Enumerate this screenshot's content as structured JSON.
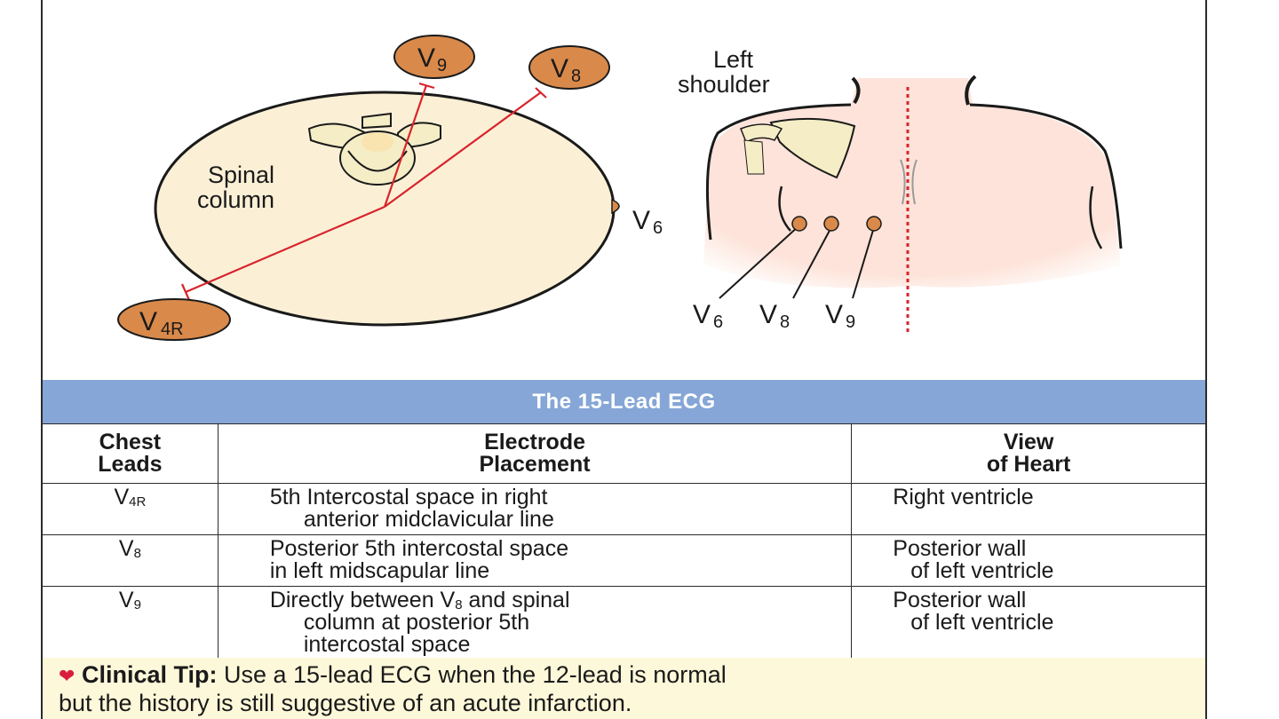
{
  "diagram": {
    "left_badges": {
      "v9": "V",
      "v9_sub": "9",
      "v8": "V",
      "v8_sub": "8",
      "v4r": "V",
      "v4r_sub": "4R"
    },
    "spinal_label_1": "Spinal",
    "spinal_label_2": "column",
    "v6_label": "V",
    "v6_sub": "6",
    "shoulder_label_1": "Left",
    "shoulder_label_2": "shoulder",
    "back_leads": [
      {
        "letter": "V",
        "sub": "6"
      },
      {
        "letter": "V",
        "sub": "8"
      },
      {
        "letter": "V",
        "sub": "9"
      }
    ],
    "colors": {
      "electrode": "#d9894a",
      "line": "#d8242c",
      "torso_section": "#fbf0d6",
      "skin": "#fde3d9",
      "bone": "#f5edc6"
    }
  },
  "banner": "The 15-Lead ECG",
  "table": {
    "headers": [
      {
        "line1": "Chest",
        "line2": "Leads"
      },
      {
        "line1": "Electrode",
        "line2": "Placement"
      },
      {
        "line1": "View",
        "line2": "of Heart"
      }
    ],
    "rows": [
      {
        "lead": "V",
        "lead_sub": "4R",
        "place_1": "5th Intercostal space in right",
        "place_2": "anterior midclavicular line",
        "view_1": "Right ventricle",
        "view_2": ""
      },
      {
        "lead": "V",
        "lead_sub": "8",
        "place_1": "Posterior 5th intercostal space",
        "place_2": "in left midscapular line",
        "view_1": "Posterior wall",
        "view_2": "of left ventricle"
      },
      {
        "lead": "V",
        "lead_sub": "9",
        "place_1a": "Directly between V",
        "place_1_sub": "8",
        "place_1b": " and spinal",
        "place_2": "column at posterior 5th",
        "place_3": "intercostal space",
        "view_1": "Posterior wall",
        "view_2": "of left ventricle"
      }
    ]
  },
  "tip": {
    "icon": "heart-icon",
    "label": "Clinical Tip:",
    "text": " Use a 15-lead ECG when the 12-lead is normal",
    "text_2": "but the history is still suggestive of an acute infarction."
  }
}
